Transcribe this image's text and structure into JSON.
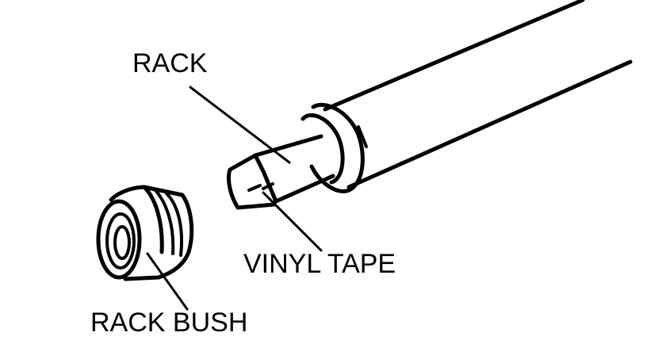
{
  "labels": {
    "rack": "RACK",
    "vinyl_tape": "VINYL TAPE",
    "rack_bush": "RACK BUSH"
  },
  "colors": {
    "ink": "#000000",
    "paper": "#ffffff"
  }
}
